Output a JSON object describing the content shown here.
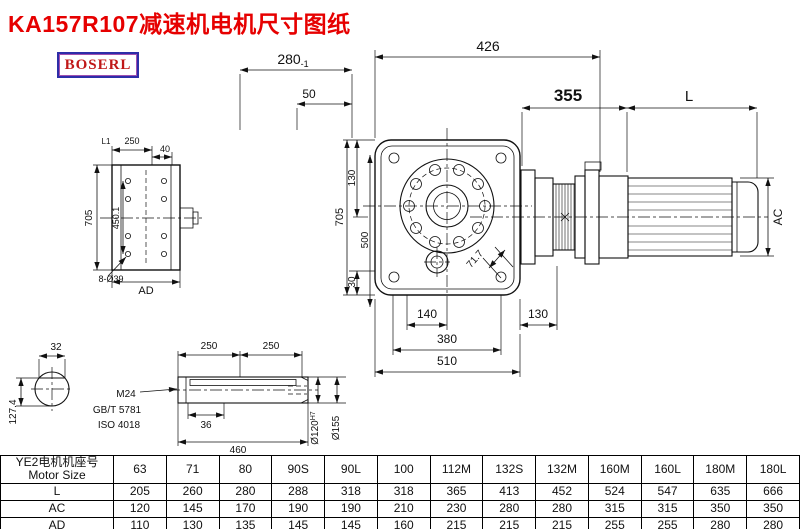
{
  "title": "KA157R107减速机电机尺寸图纸",
  "logo": "BOSERL",
  "colors": {
    "title_red": "#e60000",
    "logo_red": "#c01818",
    "logo_border_blue": "#2d2da8"
  },
  "dims": {
    "d280": "280",
    "d280_tol": "-1",
    "d50": "50",
    "d426": "426",
    "d355": "355",
    "dL": "L",
    "d705": "705",
    "d130v": "130",
    "d500": "500",
    "d30": "30",
    "d717": "71.7",
    "d140": "140",
    "d130b": "130",
    "d380": "380",
    "d510": "510",
    "dAC": "AC",
    "dL1": "L1",
    "d250f": "250",
    "d40": "40",
    "d450": "450.1",
    "d8o39": "8-Ø39",
    "dAD": "AD",
    "d32": "32",
    "d1274": "127.4",
    "d250a": "250",
    "d250b": "250",
    "m24": "M24",
    "gb": "GB/T 5781",
    "iso": "ISO 4018",
    "d36": "36",
    "d460": "460",
    "bore": "Ø120",
    "bore_fit": "H7",
    "d155": "Ø155"
  },
  "table": {
    "header_cn": "YE2电机机座号",
    "header_en": "Motor Size",
    "columns": [
      "63",
      "71",
      "80",
      "90S",
      "90L",
      "100",
      "112M",
      "132S",
      "132M",
      "160M",
      "160L",
      "180M",
      "180L"
    ],
    "rows": [
      {
        "label": "L",
        "values": [
          "205",
          "260",
          "280",
          "288",
          "318",
          "318",
          "365",
          "413",
          "452",
          "524",
          "547",
          "635",
          "666"
        ]
      },
      {
        "label": "AC",
        "values": [
          "120",
          "145",
          "170",
          "190",
          "190",
          "210",
          "230",
          "280",
          "280",
          "315",
          "315",
          "350",
          "350"
        ]
      },
      {
        "label": "AD",
        "values": [
          "110",
          "130",
          "135",
          "145",
          "145",
          "160",
          "215",
          "215",
          "215",
          "255",
          "255",
          "280",
          "280"
        ]
      }
    ]
  }
}
